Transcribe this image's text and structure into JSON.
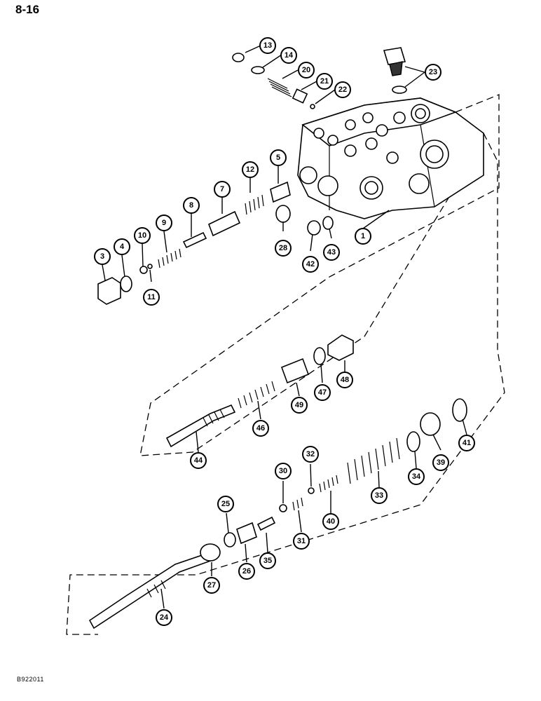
{
  "page": {
    "number": "8-16",
    "figure_code": "B922011"
  },
  "callouts": [
    "1",
    "3",
    "4",
    "5",
    "7",
    "8",
    "9",
    "10",
    "11",
    "12",
    "13",
    "14",
    "20",
    "21",
    "22",
    "23",
    "24",
    "25",
    "26",
    "27",
    "28",
    "30",
    "31",
    "32",
    "33",
    "34",
    "35",
    "39",
    "40",
    "41",
    "42",
    "43",
    "44",
    "46",
    "47",
    "48",
    "49"
  ],
  "colors": {
    "ink": "#000000",
    "paper": "#ffffff"
  }
}
